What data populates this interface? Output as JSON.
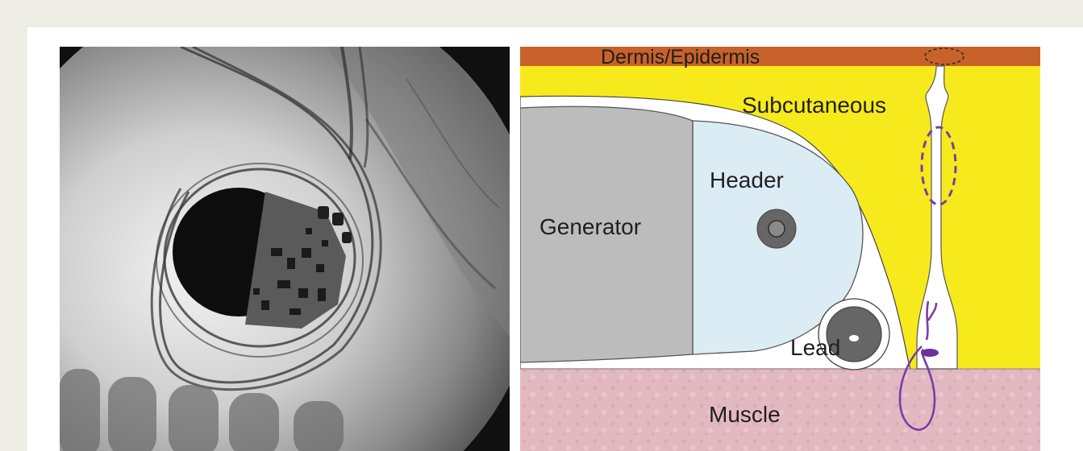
{
  "figure": {
    "left_panel": {
      "kind": "fluoroscopy-image"
    },
    "right_panel": {
      "labels": {
        "dermis": "Dermis/Epidermis",
        "subcutaneous": "Subcutaneous",
        "header": "Header",
        "generator": "Generator",
        "lead": "Lead",
        "muscle": "Muscle"
      },
      "colors": {
        "dermis": "#c8622a",
        "subcutaneous": "#f7ea1c",
        "generator": "#bcbcbc",
        "header": "#dcecf5",
        "muscle": "#e3b9c1",
        "suture": "#7a3da6"
      }
    }
  }
}
